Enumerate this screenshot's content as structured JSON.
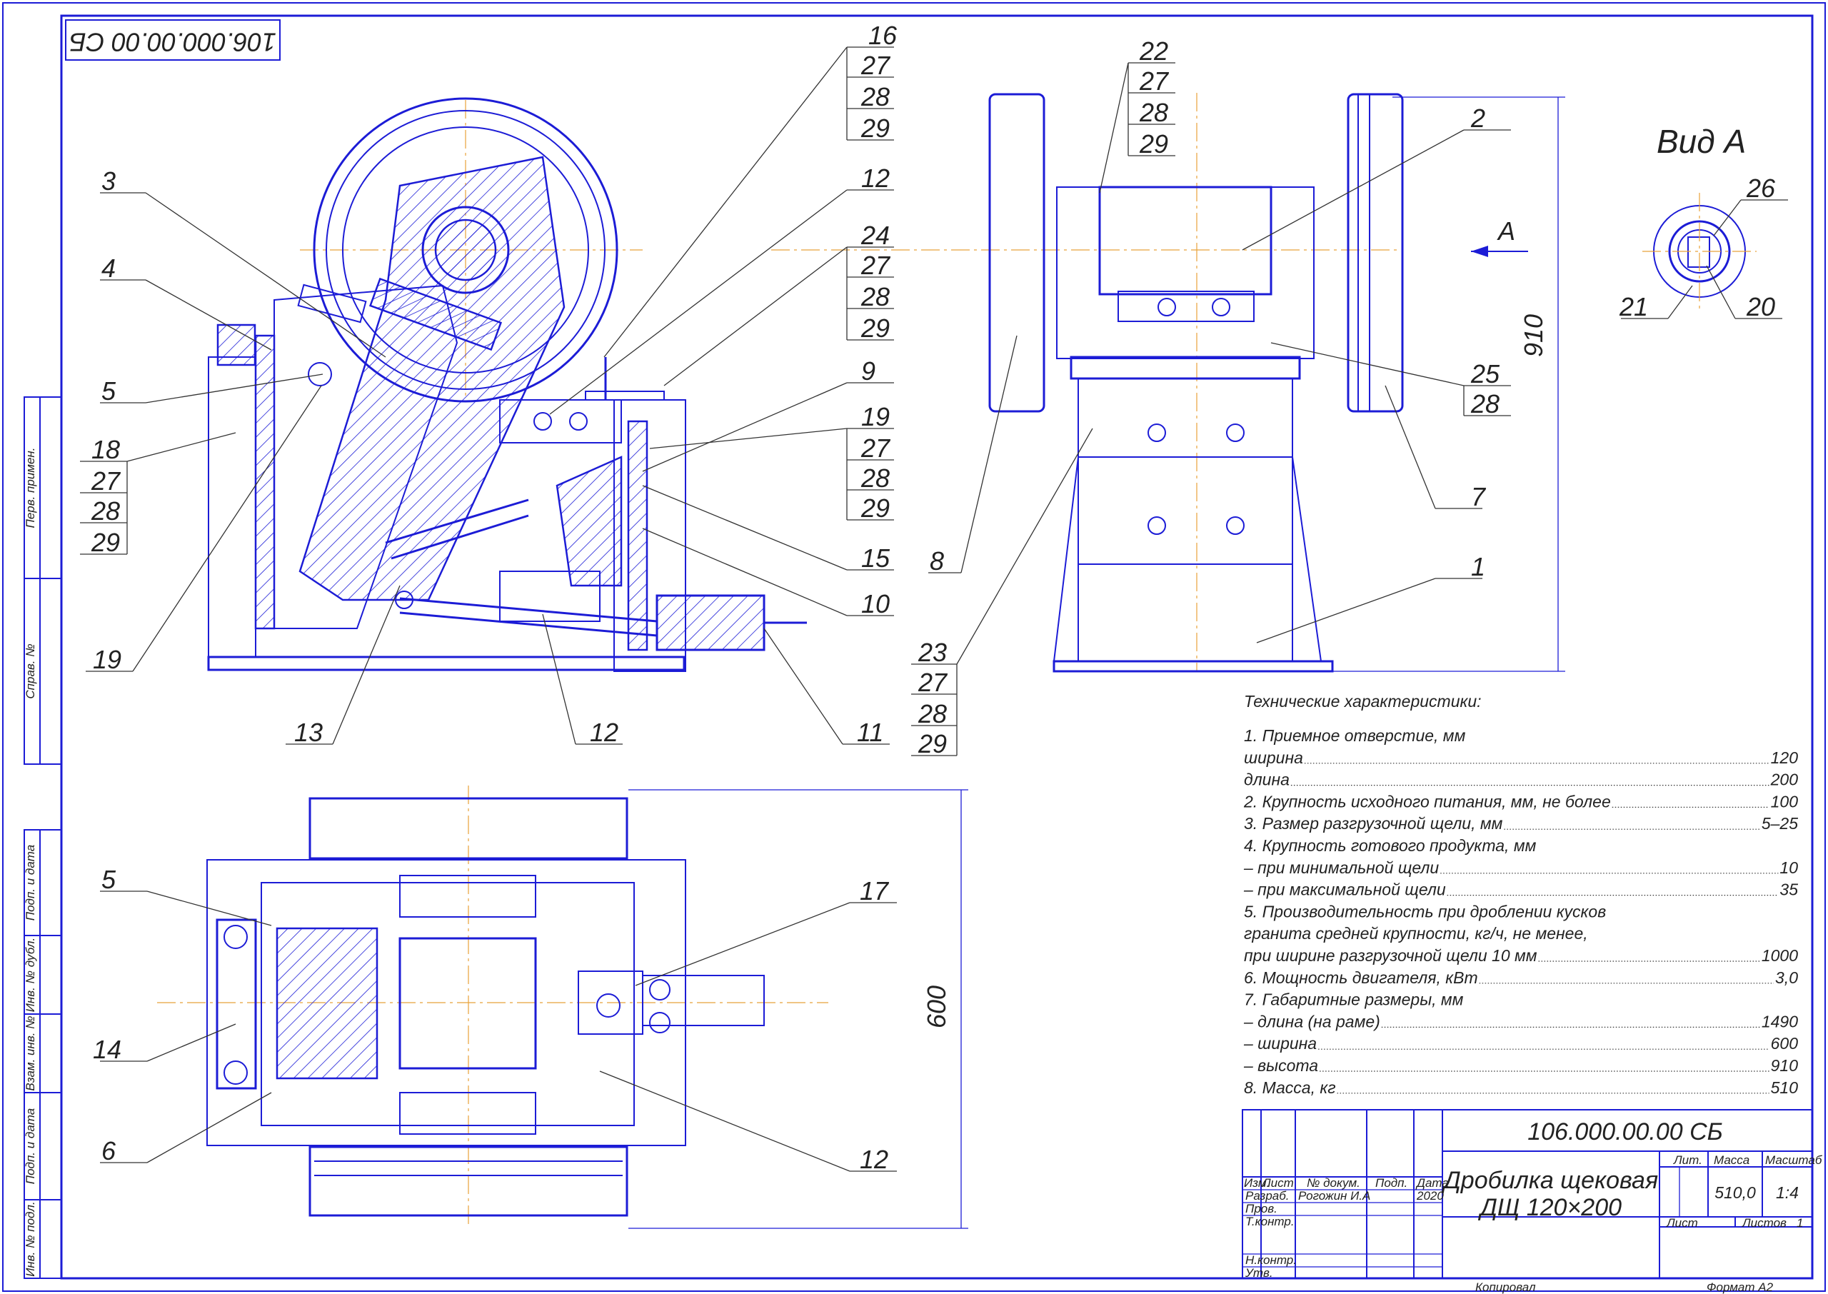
{
  "doc_code": "106.000.00.00 СБ",
  "corner_code": "106.000.00.00 СБ",
  "view_label": "Вид А",
  "arrow_label": "А",
  "dims": {
    "height": "910",
    "width_bottom": "600"
  },
  "side_stamp": [
    "Перв. примен.",
    "Справ. №",
    "Подп. и дата",
    "Инв. № дубл.",
    "Взам. инв. №",
    "Подп. и дата",
    "Инв. № подл."
  ],
  "specs": {
    "title": "Технические характеристики:",
    "lines": [
      {
        "label": "1. Приемное отверстие, мм",
        "value": ""
      },
      {
        "label": "ширина",
        "value": "120"
      },
      {
        "label": "длина",
        "value": "200"
      },
      {
        "label": "2. Крупность исходного питания, мм, не более",
        "value": "100"
      },
      {
        "label": "3. Размер разгрузочной щели, мм",
        "value": "5–25"
      },
      {
        "label": "4. Крупность готового продукта, мм",
        "value": ""
      },
      {
        "label": "– при минимальной щели",
        "value": "10"
      },
      {
        "label": "– при максимальной щели",
        "value": "35"
      },
      {
        "label": "5. Производительность при дроблении кусков",
        "value": ""
      },
      {
        "label": "гранита средней крупности, кг/ч, не менее,",
        "value": ""
      },
      {
        "label": "при ширине разгрузочной щели 10 мм",
        "value": "1000"
      },
      {
        "label": "6. Мощность двигателя, кВт",
        "value": "3,0"
      },
      {
        "label": "7. Габаритные размеры, мм",
        "value": ""
      },
      {
        "label": "– длина (на  раме)",
        "value": "1490"
      },
      {
        "label": "– ширина",
        "value": "600"
      },
      {
        "label": "– высота",
        "value": "910"
      },
      {
        "label": "8. Масса, кг",
        "value": "510"
      }
    ]
  },
  "title_block": {
    "code": "106.000.00.00 СБ",
    "name_line1": "Дробилка щековая",
    "name_line2": "ДЩ 120×200",
    "col_headers": [
      "Изм.",
      "Лист",
      "№ докум.",
      "Подп.",
      "Дата"
    ],
    "rows": [
      "Разраб.",
      "Пров.",
      "Т.контр.",
      "",
      "Н.контр.",
      "Утв."
    ],
    "developer": "Рогожин И.А",
    "year": "2020",
    "lit": "Лит.",
    "mass_label": "Масса",
    "scale_label": "Масштаб",
    "mass": "510,0",
    "scale": "1:4",
    "sheet": "Лист",
    "sheets": "Листов",
    "sheets_count": "1",
    "copied": "Копировал",
    "format": "Формат    А2"
  },
  "leaders": {
    "front": [
      "16",
      "27",
      "28",
      "29",
      "12",
      "24",
      "27",
      "28",
      "29",
      "3",
      "4",
      "5",
      "18",
      "27",
      "28",
      "29",
      "9",
      "19",
      "27",
      "28",
      "29",
      "15",
      "10",
      "19",
      "13",
      "12",
      "11"
    ],
    "side": [
      "22",
      "27",
      "28",
      "29",
      "2",
      "25",
      "28",
      "7",
      "8",
      "1",
      "23",
      "27",
      "28",
      "29"
    ],
    "viewA": [
      "26",
      "21",
      "20"
    ],
    "plan": [
      "5",
      "17",
      "14",
      "6",
      "12"
    ]
  }
}
